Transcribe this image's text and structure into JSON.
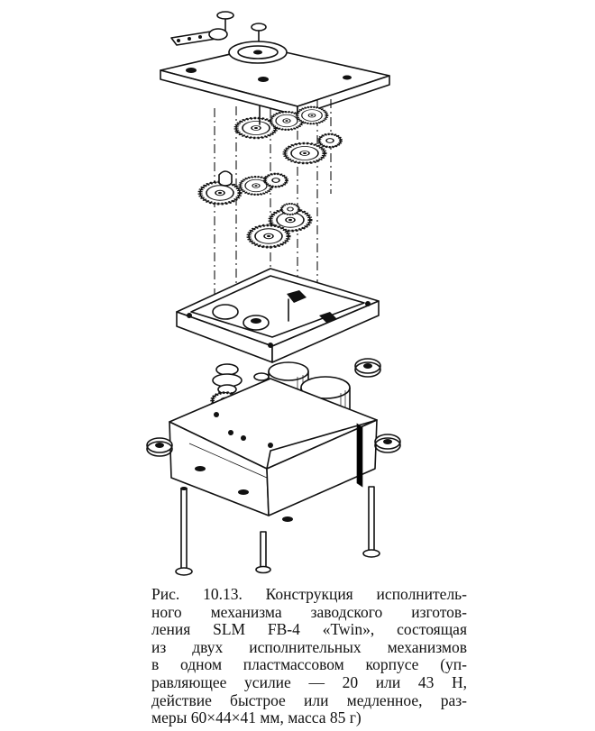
{
  "figure": {
    "caption_lines": [
      "Рис. 10.13. Конструкция исполнитель-",
      "ного механизма заводского изготов-",
      "ления SLM FB-4 «Twin», состоящая",
      "из двух исполнительных механизмов",
      "в одном пластмассовом корпусе (уп-",
      "равляющее усилие — 20 или 43 Н,",
      "действие быстрое или медленное, раз-",
      "меры 60×44×41 мм, масса 85 г)"
    ]
  }
}
